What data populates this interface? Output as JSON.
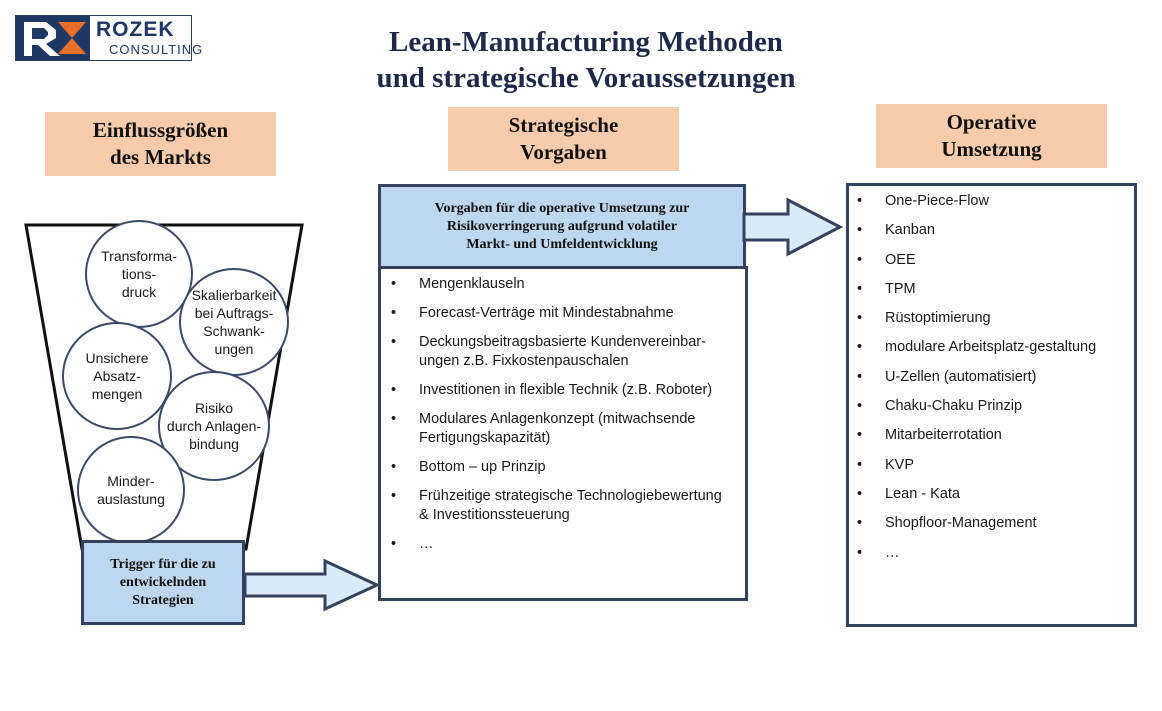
{
  "logo": {
    "name": "ROZEK",
    "sub": "CONSULTING"
  },
  "title": {
    "line1": "Lean-Manufacturing Methoden",
    "line2": "und strategische Voraussetzungen"
  },
  "headers": {
    "market": {
      "line1": "Einflussgrößen",
      "line2": "des Markts"
    },
    "strategic": {
      "line1": "Strategische",
      "line2": "Vorgaben"
    },
    "operative": {
      "line1": "Operative",
      "line2": "Umsetzung"
    }
  },
  "funnel": {
    "circles": [
      {
        "lines": [
          "Transforma-",
          "tions-",
          "druck"
        ]
      },
      {
        "lines": [
          "Skalierbarkeit",
          "bei Auftrags-",
          "Schwank-",
          "ungen"
        ]
      },
      {
        "lines": [
          "Unsichere",
          "Absatz-",
          "mengen"
        ]
      },
      {
        "lines": [
          "Risiko",
          "durch Anlagen-",
          "bindung"
        ]
      },
      {
        "lines": [
          "Minder-",
          "auslastung"
        ]
      }
    ]
  },
  "trigger": {
    "line1": "Trigger für die zu",
    "line2": "entwickelnden",
    "line3": "Strategien"
  },
  "vorgaben": {
    "line1": "Vorgaben für die operative  Umsetzung zur",
    "line2": "Risikoverringerung aufgrund volatiler",
    "line3": "Markt- und Umfeldentwicklung"
  },
  "bullet": "•",
  "strategic_items": [
    {
      "lines": [
        "Mengenklauseln"
      ]
    },
    {
      "lines": [
        "Forecast-Verträge mit Mindestabnahme"
      ]
    },
    {
      "lines": [
        "Deckungsbeitragsbasierte Kundenvereinbar-",
        "ungen  z.B. Fixkostenpauschalen"
      ]
    },
    {
      "lines": [
        "Investitionen in flexible Technik  (z.B. Roboter)"
      ]
    },
    {
      "lines": [
        "Modulares Anlagenkonzept (mitwachsende",
        "Fertigungskapazität)"
      ]
    },
    {
      "lines": [
        "Bottom – up Prinzip"
      ]
    },
    {
      "lines": [
        "Frühzeitige strategische Technologiebewertung",
        "& Investitionssteuerung"
      ]
    },
    {
      "lines": [
        "…"
      ]
    }
  ],
  "operative_items": [
    "One-Piece-Flow",
    "Kanban",
    "OEE",
    "TPM",
    "Rüstoptimierung",
    "modulare Arbeitsplatz-gestaltung",
    "U-Zellen (automatisiert)",
    "Chaku-Chaku Prinzip",
    "Mitarbeiterrotation",
    "KVP",
    "Lean - Kata",
    "Shopfloor-Management",
    "…"
  ],
  "colors": {
    "header_fill": "#f8cbad",
    "box_fill": "#bdd7ee",
    "border": "#35425f",
    "title": "#1f2a4a",
    "logo_orange": "#e8702a",
    "logo_navy": "#1f3763"
  }
}
